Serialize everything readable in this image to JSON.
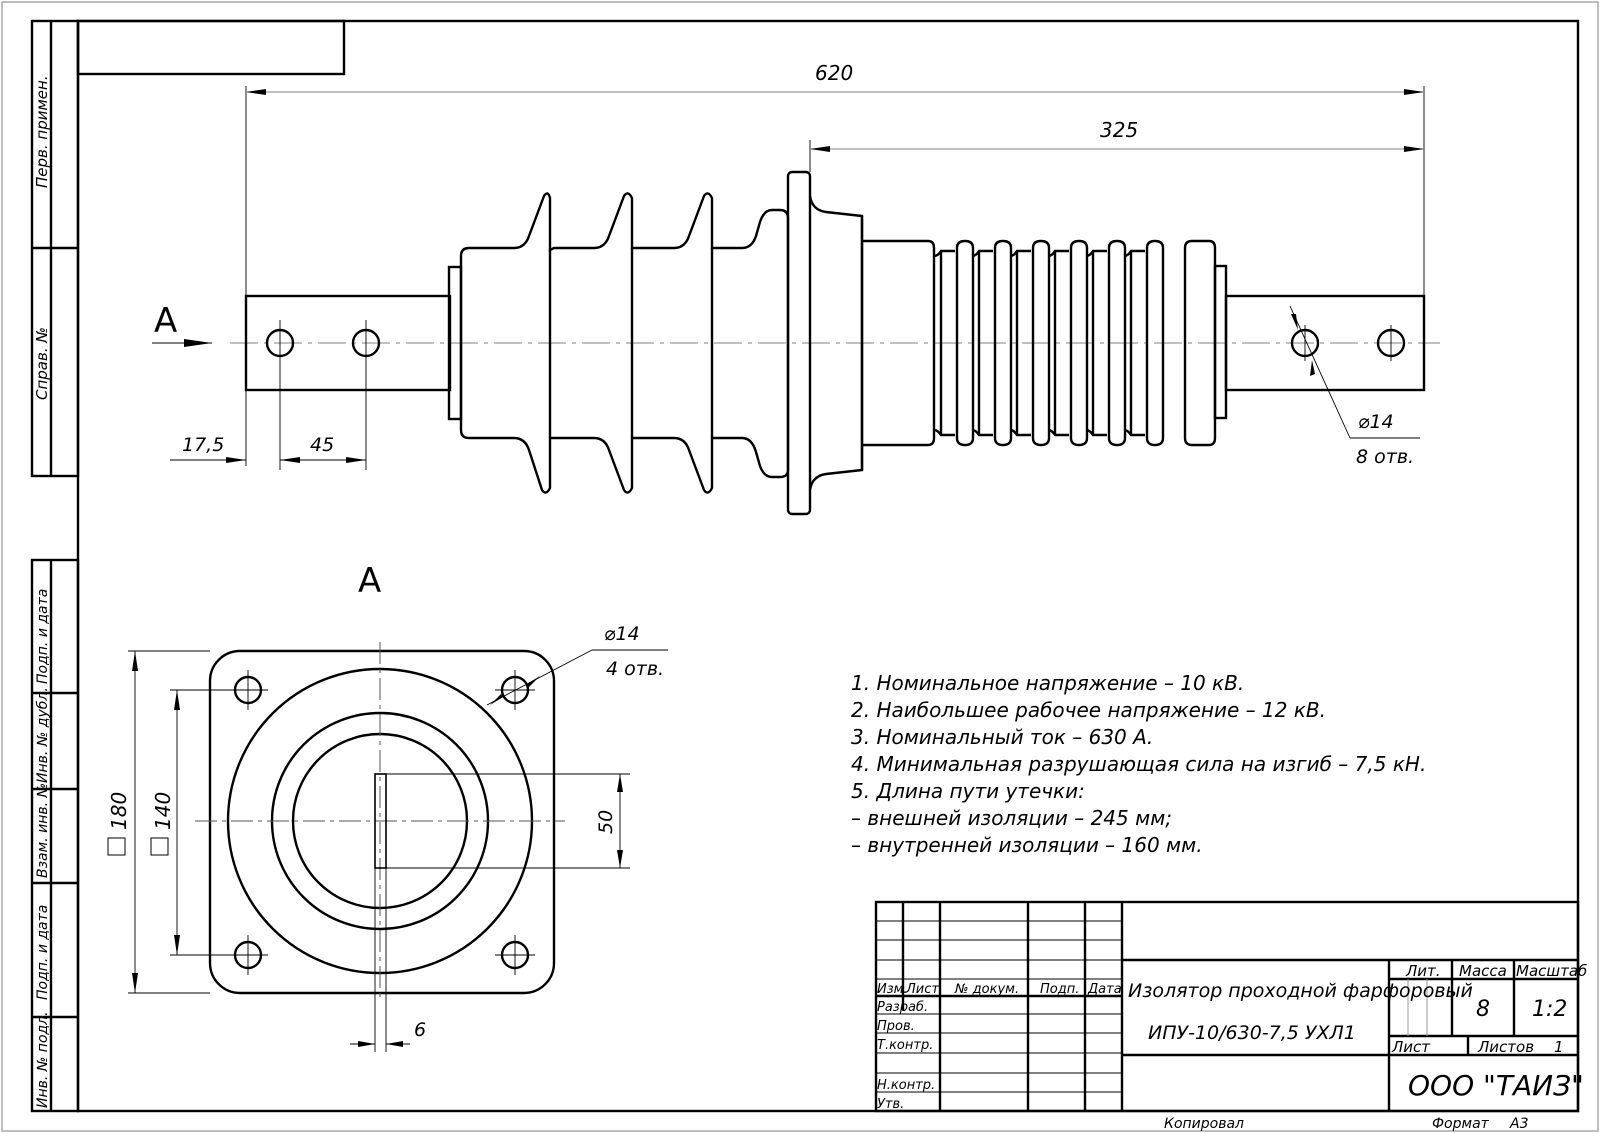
{
  "drawing": {
    "type": "technical-drawing",
    "title_line1": "Изолятор проходной фарфоровый",
    "title_line2": "ИПУ-10/630-7,5 УХЛ1",
    "organization": "ООО \"ТАИЗ\"",
    "mass_label": "Масса",
    "mass_value": "8",
    "scale_label": "Масштаб",
    "scale_value": "1:2",
    "lit_label": "Лит.",
    "sheet_label": "Лист",
    "sheets_label": "Листов",
    "sheets_value": "1",
    "copied_label": "Копировал",
    "format_label": "Формат",
    "format_value": "A3"
  },
  "title_block": {
    "header": {
      "izm": "Изм.",
      "list": "Лист",
      "dokum": "№ докум.",
      "podp": "Подп.",
      "data": "Дата"
    },
    "rows": [
      "Разраб.",
      "Пров.",
      "Т.контр.",
      "",
      "Н.контр.",
      "Утв."
    ]
  },
  "side_strip": {
    "top": [
      "Перв. примен.",
      "Справ. №"
    ],
    "bottom": [
      "Подп. и дата",
      "Инв. № дубл.",
      "Взам. инв. №",
      "Подп. и дата",
      "Инв. № подл."
    ]
  },
  "view_labels": {
    "arrow_label": "A",
    "section_label": "A"
  },
  "dimensions": {
    "overall_length": "620",
    "flange_to_end": "325",
    "edge_offset": "17,5",
    "hole_pitch": "45",
    "terminal_hole_dia": "⌀14",
    "terminal_hole_count": "8 отв.",
    "flange_size": "180",
    "bolt_pattern": "140",
    "flange_hole_dia": "⌀14",
    "flange_hole_count": "4 отв.",
    "slot_length": "50",
    "slot_width": "6"
  },
  "notes": [
    "1. Номинальное напряжение – 10 кВ.",
    "2. Наибольшее рабочее напряжение – 12 кВ.",
    "3. Номинальный ток – 630 А.",
    "4. Минимальная разрушающая сила на изгиб – 7,5 кН.",
    "5.  Длина пути утечки:",
    "– внешней изоляции – 245 мм;",
    "– внутренней изоляции – 160 мм."
  ]
}
